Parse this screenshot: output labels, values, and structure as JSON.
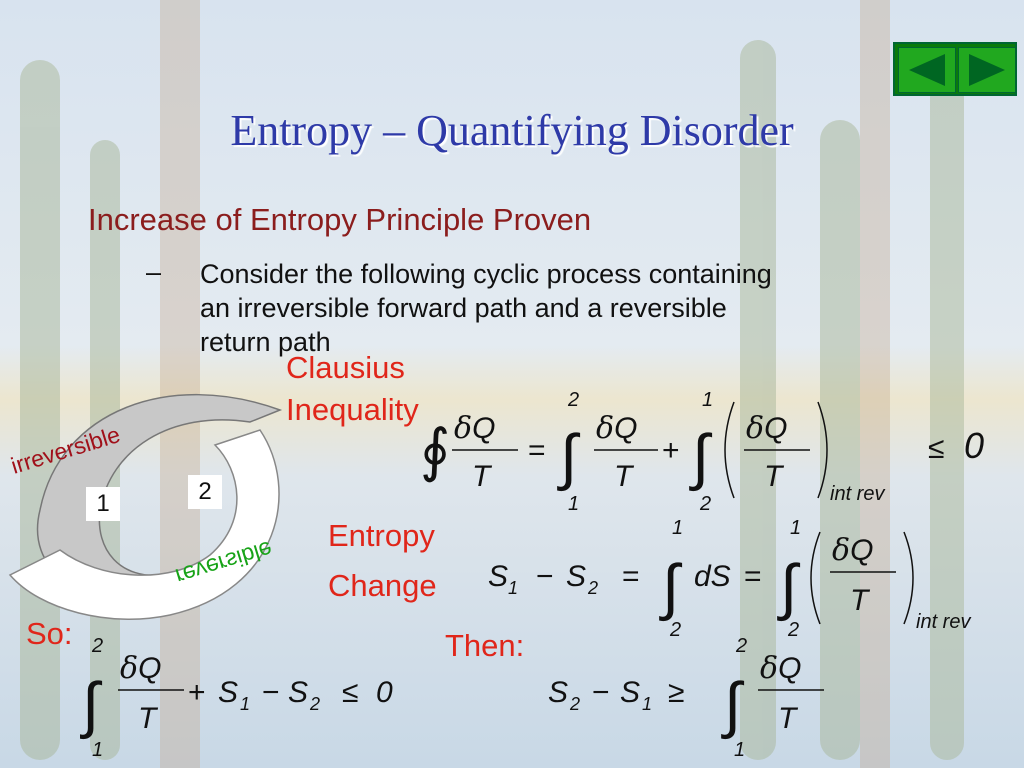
{
  "slide": {
    "title": "Entropy – Quantifying Disorder",
    "heading": "Increase of Entropy Principle Proven",
    "bullet_dash": "–",
    "bullet_lines": [
      "Consider the following cyclic process containing",
      "an irreversible forward path and a reversible",
      "return path"
    ]
  },
  "nav": {
    "prev_icon": "triangle-left-icon",
    "next_icon": "triangle-right-icon",
    "color": "#21a81f"
  },
  "diagram": {
    "irreversible_label": "irreversible",
    "reversible_label": "reversible",
    "state1": "1",
    "state2": "2",
    "irreversible_color": "#a0101a",
    "reversible_color": "#17a317"
  },
  "labels": {
    "clausius_line1": "Clausius",
    "clausius_line2": "Inequality",
    "entropy_line1": "Entropy",
    "entropy_line2": "Change",
    "so": "So:",
    "then": "Then:",
    "int_rev": "int rev"
  },
  "equations": {
    "lim1": "1",
    "lim2": "2",
    "Q": "Q",
    "T": "T",
    "le_zero": "0",
    "S1": "S",
    "S2": "S",
    "sub1": "1",
    "sub2": "2",
    "dS": "dS"
  }
}
